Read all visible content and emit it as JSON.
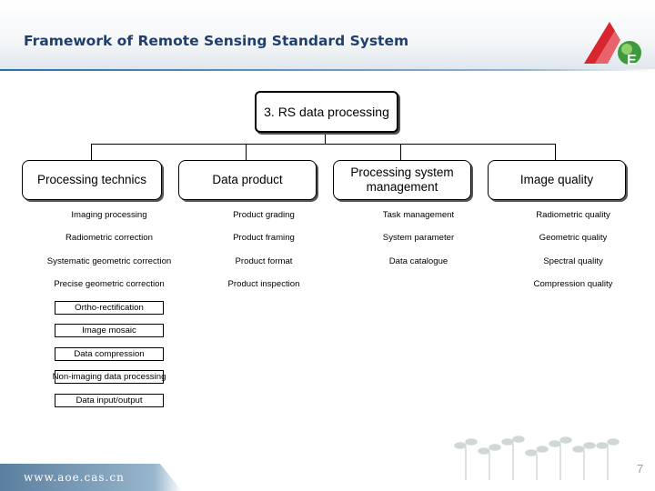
{
  "header": {
    "title": "Framework of Remote Sensing Standard System",
    "logo_letter": "E"
  },
  "diagram": {
    "root": {
      "label": "3. RS data processing"
    },
    "categories": [
      {
        "label": "Processing technics",
        "items": [
          "Imaging processing",
          "Radiometric correction",
          "Systematic geometric correction",
          "Precise geometric correction",
          "Ortho-rectification",
          "Image mosaic",
          "Data compression",
          "Non-imaging data processing",
          "Data input/output"
        ]
      },
      {
        "label": "Data product",
        "items": [
          "Product grading",
          "Product framing",
          "Product format",
          "Product inspection"
        ]
      },
      {
        "label": "Processing system management",
        "items": [
          "Task management",
          "System parameter",
          "Data catalogue"
        ]
      },
      {
        "label": "Image quality",
        "items": [
          "Radiometric quality",
          "Geometric quality",
          "Spectral quality",
          "Compression quality"
        ]
      }
    ]
  },
  "footer": {
    "url": "www.aoe.cas.cn",
    "page_number": "7"
  },
  "colors": {
    "title": "#1f3f6e",
    "accent_blue": "#2f6ea5",
    "logo_red": "#d7262f",
    "logo_green": "#3c9a3c",
    "page_number": "#7fa6c3"
  }
}
